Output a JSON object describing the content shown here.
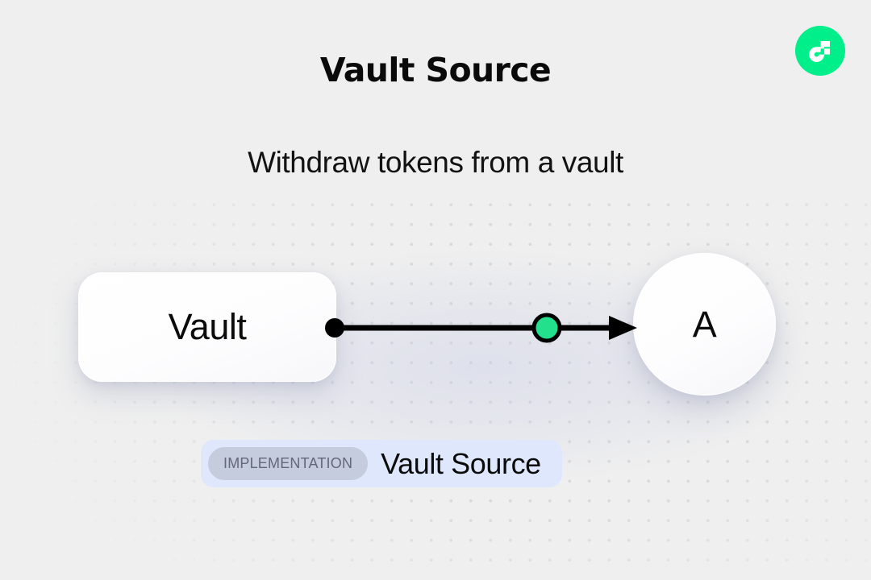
{
  "page": {
    "title": "Vault Source",
    "subtitle": "Withdraw tokens from a vault",
    "background_color": "#EFEFEF",
    "dot_grid_color": "#D8D8DA"
  },
  "brand": {
    "logo_icon": "flow-logo-icon",
    "logo_color": "#00EF8B",
    "logo_mark_color": "#FFFFFF"
  },
  "diagram": {
    "source_node": {
      "label": "Vault",
      "shape": "rounded-rect",
      "fill": "#FFFFFF"
    },
    "target_node": {
      "label": "A",
      "shape": "circle",
      "fill": "#FFFFFF"
    },
    "edge": {
      "start_handle_color": "#000000",
      "line_color": "#000000",
      "arrow_color": "#000000",
      "midpoint_node_color": "#22E08C",
      "midpoint_node_stroke": "#000000"
    }
  },
  "footer_badge": {
    "tag_label": "IMPLEMENTATION",
    "tag_background": "#C4CCDD",
    "tag_text_color": "#63687A",
    "name": "Vault Source",
    "background": "#DEE7FB"
  }
}
